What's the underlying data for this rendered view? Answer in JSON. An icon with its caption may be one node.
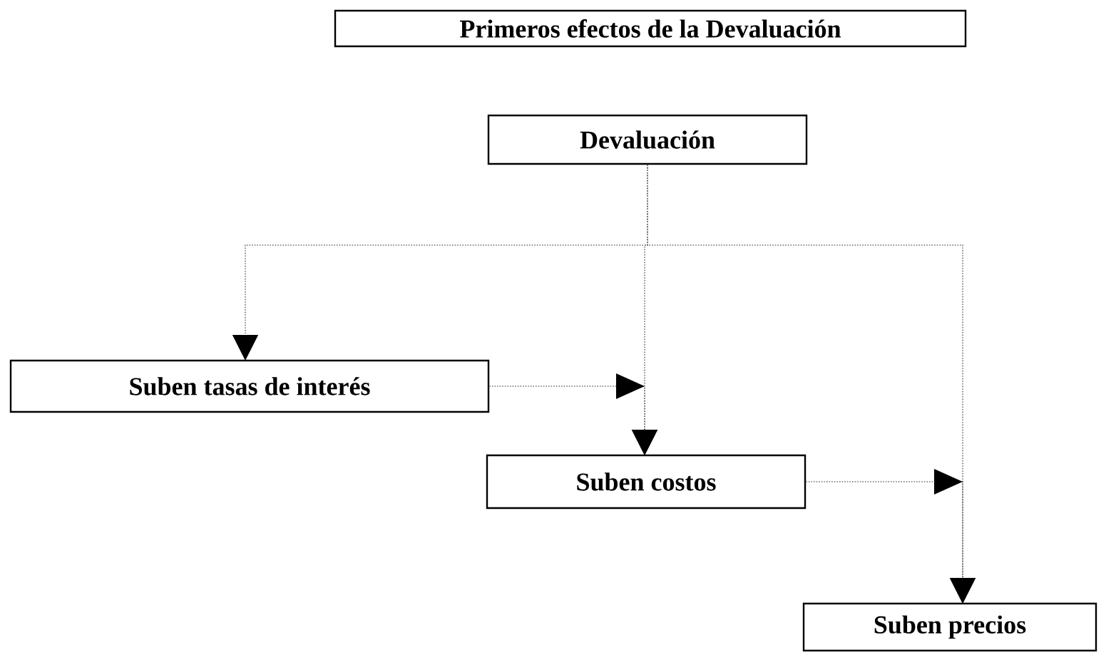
{
  "diagram": {
    "nodes": [
      {
        "text": [
          "Primeros efectos de la Devaluación"
        ]
      },
      {
        "text": [
          "Devaluación"
        ]
      },
      {
        "text": [
          "Suben tasas de interés"
        ]
      },
      {
        "text": [
          "Suben costos"
        ]
      },
      {
        "text": [
          "Suben precios"
        ]
      }
    ],
    "edges": [
      {
        "from": 1,
        "to": 2,
        "arrow": "to"
      },
      {
        "from": 1,
        "to": 3,
        "arrow": "to"
      },
      {
        "from": 1,
        "to": 4,
        "arrow": "to"
      },
      {
        "from": 2,
        "to": 3,
        "arrow": "to"
      },
      {
        "from": 3,
        "to": 4,
        "arrow": "to"
      }
    ]
  }
}
